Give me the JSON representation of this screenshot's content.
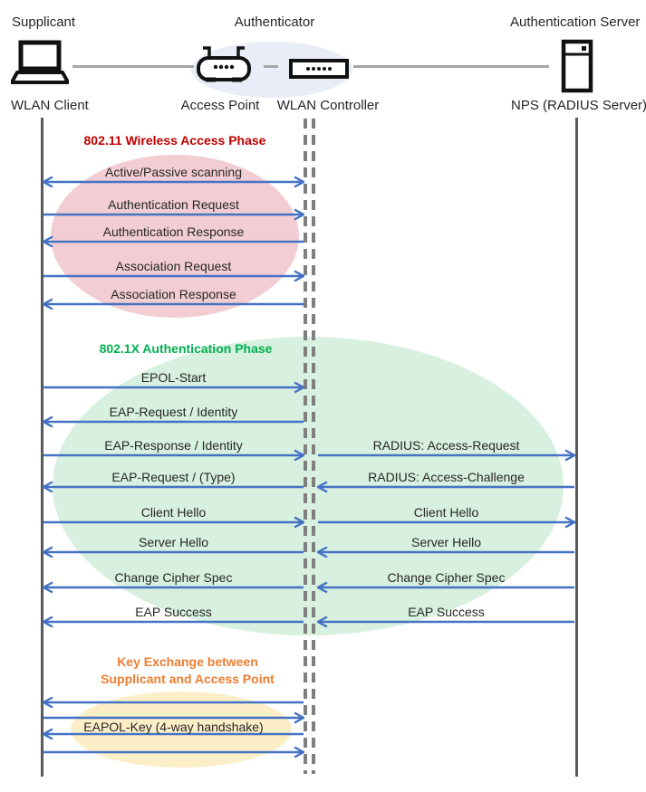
{
  "roles": [
    {
      "label": "Supplicant"
    },
    {
      "label": "Authenticator"
    },
    {
      "label": "Authentication Server"
    }
  ],
  "nodes": [
    {
      "label": "WLAN Client",
      "icon": "laptop-icon"
    },
    {
      "label": "Access Point",
      "icon": "access-point-icon"
    },
    {
      "label": "WLAN Controller",
      "icon": "wlan-controller-icon"
    },
    {
      "label": "NPS (RADIUS Server)",
      "icon": "server-icon"
    }
  ],
  "phases": [
    {
      "name": "wireless-access",
      "title": "802.11 Wireless Access Phase",
      "title_color": "#C00000",
      "ellipse_color": "#F2CDD3"
    },
    {
      "name": "authentication",
      "title": "802.1X Authentication Phase",
      "title_color": "#00B050",
      "ellipse_color": "#D8F0DF"
    },
    {
      "name": "key-exchange",
      "title_lines": [
        "Key Exchange between",
        "Supplicant and Access Point"
      ],
      "title_color": "#ED7D31",
      "ellipse_color": "#FCEFC8"
    }
  ],
  "messages": [
    {
      "phase": 0,
      "label": "Active/Passive scanning",
      "direction": "both",
      "from": "WLAN Client",
      "to": "WLAN Controller"
    },
    {
      "phase": 0,
      "label": "Authentication Request",
      "direction": "right",
      "from": "WLAN Client",
      "to": "WLAN Controller"
    },
    {
      "phase": 0,
      "label": "Authentication Response",
      "direction": "left",
      "from": "WLAN Controller",
      "to": "WLAN Client"
    },
    {
      "phase": 0,
      "label": "Association Request",
      "direction": "right",
      "from": "WLAN Client",
      "to": "WLAN Controller"
    },
    {
      "phase": 0,
      "label": "Association Response",
      "direction": "left",
      "from": "WLAN Controller",
      "to": "WLAN Client"
    },
    {
      "phase": 1,
      "label": "EPOL-Start",
      "direction": "right",
      "from": "WLAN Client",
      "to": "WLAN Controller"
    },
    {
      "phase": 1,
      "label": "EAP-Request / Identity",
      "direction": "left",
      "from": "WLAN Controller",
      "to": "WLAN Client"
    },
    {
      "phase": 1,
      "label": "EAP-Response / Identity",
      "direction": "right",
      "from": "WLAN Client",
      "to": "WLAN Controller"
    },
    {
      "phase": 1,
      "label": "RADIUS: Access-Request",
      "direction": "right",
      "from": "WLAN Controller",
      "to": "NPS (RADIUS Server)"
    },
    {
      "phase": 1,
      "label": "EAP-Request / (Type)",
      "direction": "left",
      "from": "WLAN Controller",
      "to": "WLAN Client"
    },
    {
      "phase": 1,
      "label": "RADIUS: Access-Challenge",
      "direction": "left",
      "from": "NPS (RADIUS Server)",
      "to": "WLAN Controller"
    },
    {
      "phase": 1,
      "label": "Client Hello",
      "direction": "right",
      "from": "WLAN Client",
      "to": "WLAN Controller"
    },
    {
      "phase": 1,
      "label": "Client Hello",
      "direction": "right",
      "from": "WLAN Controller",
      "to": "NPS (RADIUS Server)"
    },
    {
      "phase": 1,
      "label": "Server Hello",
      "direction": "left",
      "from": "WLAN Controller",
      "to": "WLAN Client"
    },
    {
      "phase": 1,
      "label": "Server Hello",
      "direction": "left",
      "from": "NPS (RADIUS Server)",
      "to": "WLAN Controller"
    },
    {
      "phase": 1,
      "label": "Change Cipher Spec",
      "direction": "left",
      "from": "WLAN Controller",
      "to": "WLAN Client"
    },
    {
      "phase": 1,
      "label": "Change Cipher Spec",
      "direction": "left",
      "from": "NPS (RADIUS Server)",
      "to": "WLAN Controller"
    },
    {
      "phase": 1,
      "label": "EAP Success",
      "direction": "left",
      "from": "WLAN Controller",
      "to": "WLAN Client"
    },
    {
      "phase": 1,
      "label": "EAP Success",
      "direction": "left",
      "from": "NPS (RADIUS Server)",
      "to": "WLAN Controller"
    },
    {
      "phase": 2,
      "label": "",
      "direction": "left",
      "from": "WLAN Controller",
      "to": "WLAN Client"
    },
    {
      "phase": 2,
      "label": "",
      "direction": "right",
      "from": "WLAN Client",
      "to": "WLAN Controller"
    },
    {
      "phase": 2,
      "label": "EAPOL-Key (4-way handshake)",
      "direction": "left",
      "from": "WLAN Controller",
      "to": "WLAN Client"
    },
    {
      "phase": 2,
      "label": "",
      "direction": "right",
      "from": "WLAN Client",
      "to": "WLAN Controller"
    }
  ],
  "colors": {
    "arrow": "#4472C4",
    "lifeline": "#595959",
    "dashed_lifeline": "#7F7F7F",
    "connector": "#A6A6A6",
    "text": "#262626",
    "authenticator_ellipse": "#E9EDF7"
  }
}
